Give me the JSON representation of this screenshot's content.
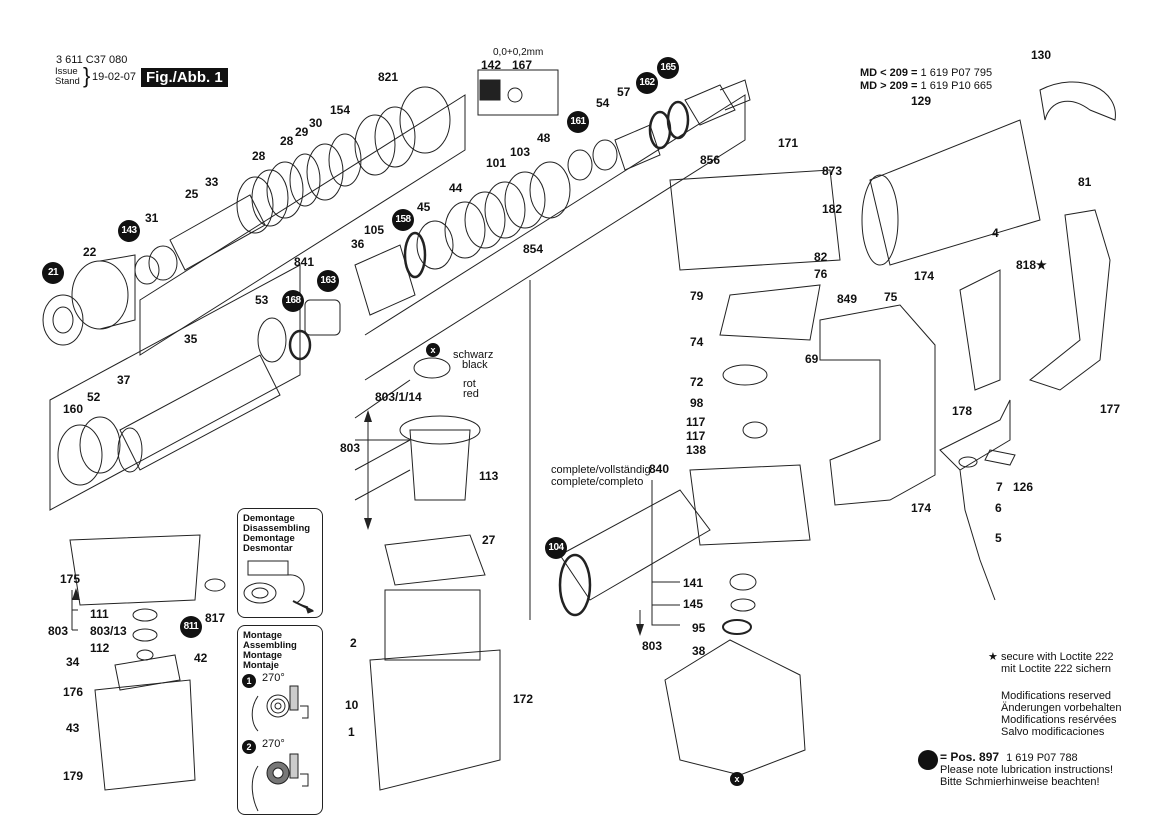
{
  "header": {
    "part_number": "3 611 C37 080",
    "issue_label_en": "Issue",
    "issue_label_de": "Stand",
    "issue_date": "19-02-07",
    "figure_label": "Fig./Abb. 1"
  },
  "seal_detail": {
    "tolerance": "0,0+0,2mm",
    "labels": [
      "142",
      "167"
    ]
  },
  "md_notes": {
    "line1_key": "MD < 209 =",
    "line1_value": "1 619 P07 795",
    "line2_key": "MD > 209 =",
    "line2_value": "1 619 P10 665"
  },
  "part_labels": {
    "p21": "21",
    "p22": "22",
    "p143": "143",
    "p31": "31",
    "p25": "25",
    "p33": "33",
    "p28a": "28",
    "p28b": "28",
    "p29": "29",
    "p30": "30",
    "p154": "154",
    "p821": "821",
    "p35": "35",
    "p53": "53",
    "p37": "37",
    "p160": "160",
    "p52": "52",
    "p841": "841",
    "p168": "168",
    "p163": "163",
    "p105": "105",
    "p36": "36",
    "p158": "158",
    "p45": "45",
    "p44": "44",
    "p101": "101",
    "p103": "103",
    "p48": "48",
    "p161": "161",
    "p54": "54",
    "p57": "57",
    "p162": "162",
    "p165": "165",
    "p856": "856",
    "p854": "854",
    "p130": "130",
    "p129": "129",
    "p171": "171",
    "p873": "873",
    "p182": "182",
    "p82": "82",
    "p76": "76",
    "p79": "79",
    "p849": "849",
    "p74": "74",
    "p72": "72",
    "p69": "69",
    "p98": "98",
    "p117a": "117",
    "p117b": "117",
    "p138": "138",
    "p840": "840",
    "p104": "104",
    "p141": "141",
    "p145": "145",
    "p95": "95",
    "p803c": "803",
    "p38": "38",
    "p81": "81",
    "p4": "4",
    "p818": "818★",
    "p174a": "174",
    "p75": "75",
    "p177": "177",
    "p178": "178",
    "p7": "7",
    "p126": "126",
    "p174b": "174",
    "p6": "6",
    "p5": "5",
    "p803_1_14": "803/1/14",
    "p803a": "803",
    "p113": "113",
    "p27": "27",
    "p2": "2",
    "p10": "10",
    "p1": "1",
    "p172": "172",
    "p175": "175",
    "p111": "111",
    "p803_13": "803/13",
    "p803b": "803",
    "p112": "112",
    "p34": "34",
    "p811": "811",
    "p817": "817",
    "p42": "42",
    "p176": "176",
    "p43": "43",
    "p179": "179"
  },
  "bearing_colors": {
    "x_marker": "x",
    "black_de": "schwarz",
    "black_en": "black",
    "red_de": "rot",
    "red_en": "red"
  },
  "complete_note": {
    "line1": "complete/vollständig",
    "line2": "complete/completo"
  },
  "disassembly_box": {
    "lines": [
      "Demontage",
      "Disassembling",
      "Demontage",
      "Desmontar"
    ]
  },
  "assembly_box": {
    "lines": [
      "Montage",
      "Assembling",
      "Montage",
      "Montaje"
    ],
    "step1": "1",
    "step1_angle": "270°",
    "step2": "2",
    "step2_angle": "270°"
  },
  "footnotes": {
    "loctite_star": "★",
    "loctite_en": "secure with Loctite 222",
    "loctite_de": "mit Loctite 222 sichern",
    "mods": [
      "Modifications reserved",
      "Änderungen vorbehalten",
      "Modifications resérvées",
      "Salvo modificaciones"
    ],
    "lube_key": "= Pos. 897",
    "lube_part": "1 619 P07 788",
    "lube_en": "Please note lubrication instructions!",
    "lube_de": "Bitte Schmierhinweise beachten!"
  }
}
